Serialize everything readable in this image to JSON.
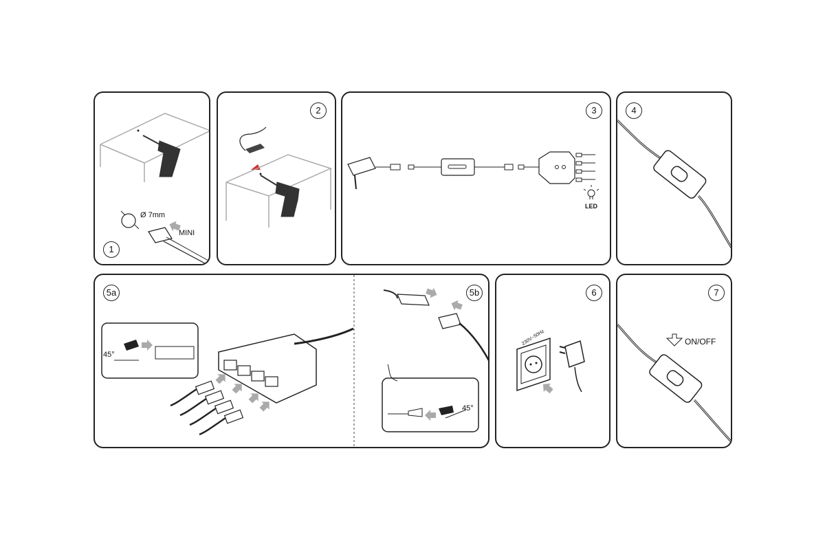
{
  "steps": [
    {
      "id": "1",
      "label": "1"
    },
    {
      "id": "2",
      "label": "2"
    },
    {
      "id": "3",
      "label": "3"
    },
    {
      "id": "4",
      "label": "4"
    },
    {
      "id": "5a",
      "label": "5a"
    },
    {
      "id": "5b",
      "label": "5b"
    },
    {
      "id": "6",
      "label": "6"
    },
    {
      "id": "7",
      "label": "7"
    }
  ],
  "panel1": {
    "diameter": "Ø 7mm",
    "connector": "MINI"
  },
  "panel3": {
    "led_label": "LED"
  },
  "panel5a": {
    "angle": "45°"
  },
  "panel5b": {
    "angle": "45°"
  },
  "panel6": {
    "voltage": "230V~50Hz"
  },
  "panel7": {
    "switch_label": "ON/OFF"
  },
  "colors": {
    "line": "#222222",
    "gray": "#aaaaaa",
    "dark": "#333333",
    "accent": "#d32f2f"
  }
}
